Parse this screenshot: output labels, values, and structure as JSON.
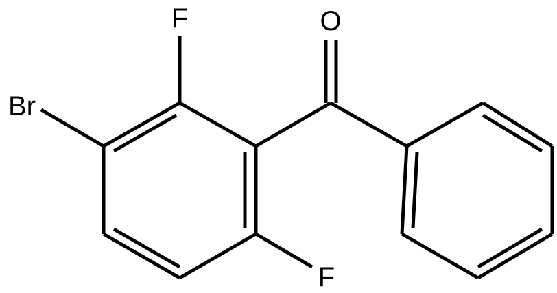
{
  "molecule": {
    "atom_labels": {
      "oxygen": "O",
      "fluorine_top": "F",
      "fluorine_bottom": "F",
      "bromine": "Br"
    },
    "colors": {
      "bond": "#000000",
      "label": "#000000",
      "background": "#ffffff"
    }
  }
}
